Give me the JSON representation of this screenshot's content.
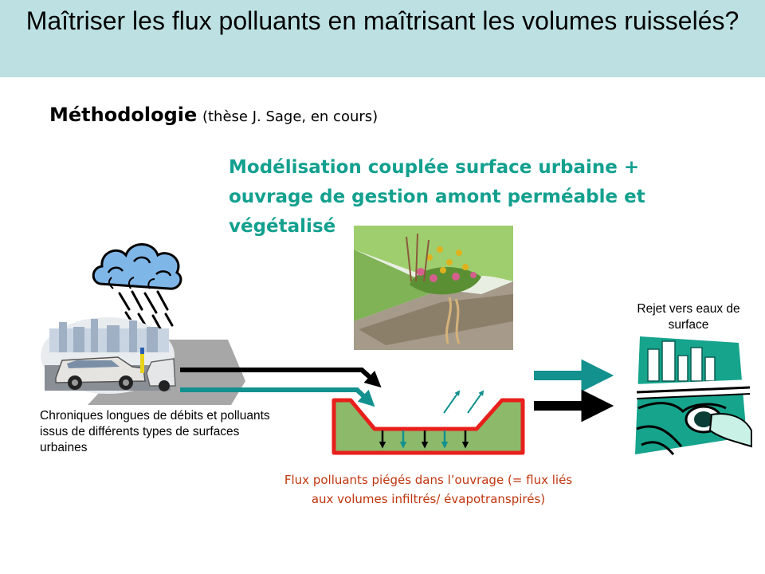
{
  "slide": {
    "title": "Maîtriser les flux polluants en maîtrisant les volumes ruisselés?",
    "subtitle_bold": "Méthodologie",
    "subtitle_note": "(thèse J. Sage, en cours)",
    "model_heading": "Modélisation couplée surface urbaine + ouvrage de gestion amont perméable et végétalisé"
  },
  "diagram": {
    "source_label": "Chroniques longues de débits et polluants issus de différents types de surfaces urbaines",
    "outlet_label": "Rejet vers eaux de surface",
    "trapped_flux_label": "Flux polluants piégés dans l’ouvrage (= flux liés aux volumes infiltrés/ évapotranspirés)"
  },
  "colors": {
    "title_band": "#bde1e3",
    "heading_teal": "#13a08f",
    "flux_red": "#c0360f",
    "arrow_teal": "#12918f",
    "arrow_black": "#000000",
    "basin_fill": "#8cb96a",
    "basin_outline": "#e8201c"
  },
  "icons": [
    "rain-cloud-icon",
    "street-car-icon",
    "bioretention-garden-icon",
    "city-outlet-icon"
  ]
}
